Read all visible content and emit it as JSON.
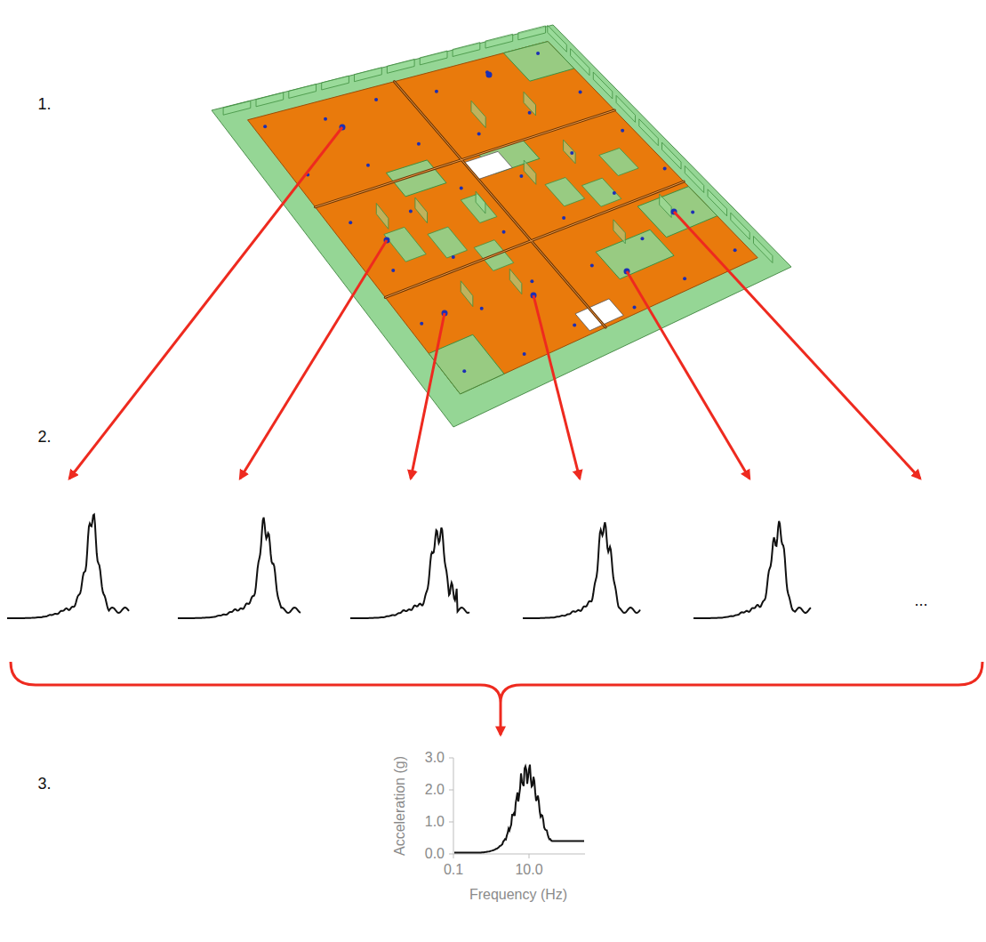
{
  "diagram": {
    "labels": [
      "1.",
      "2.",
      "3.",
      "...",
      "3.0",
      "2.0",
      "1.0",
      "0.0",
      "0.1",
      "10.0",
      "Acceleration (g)",
      "Frequency (Hz)"
    ]
  }
}
